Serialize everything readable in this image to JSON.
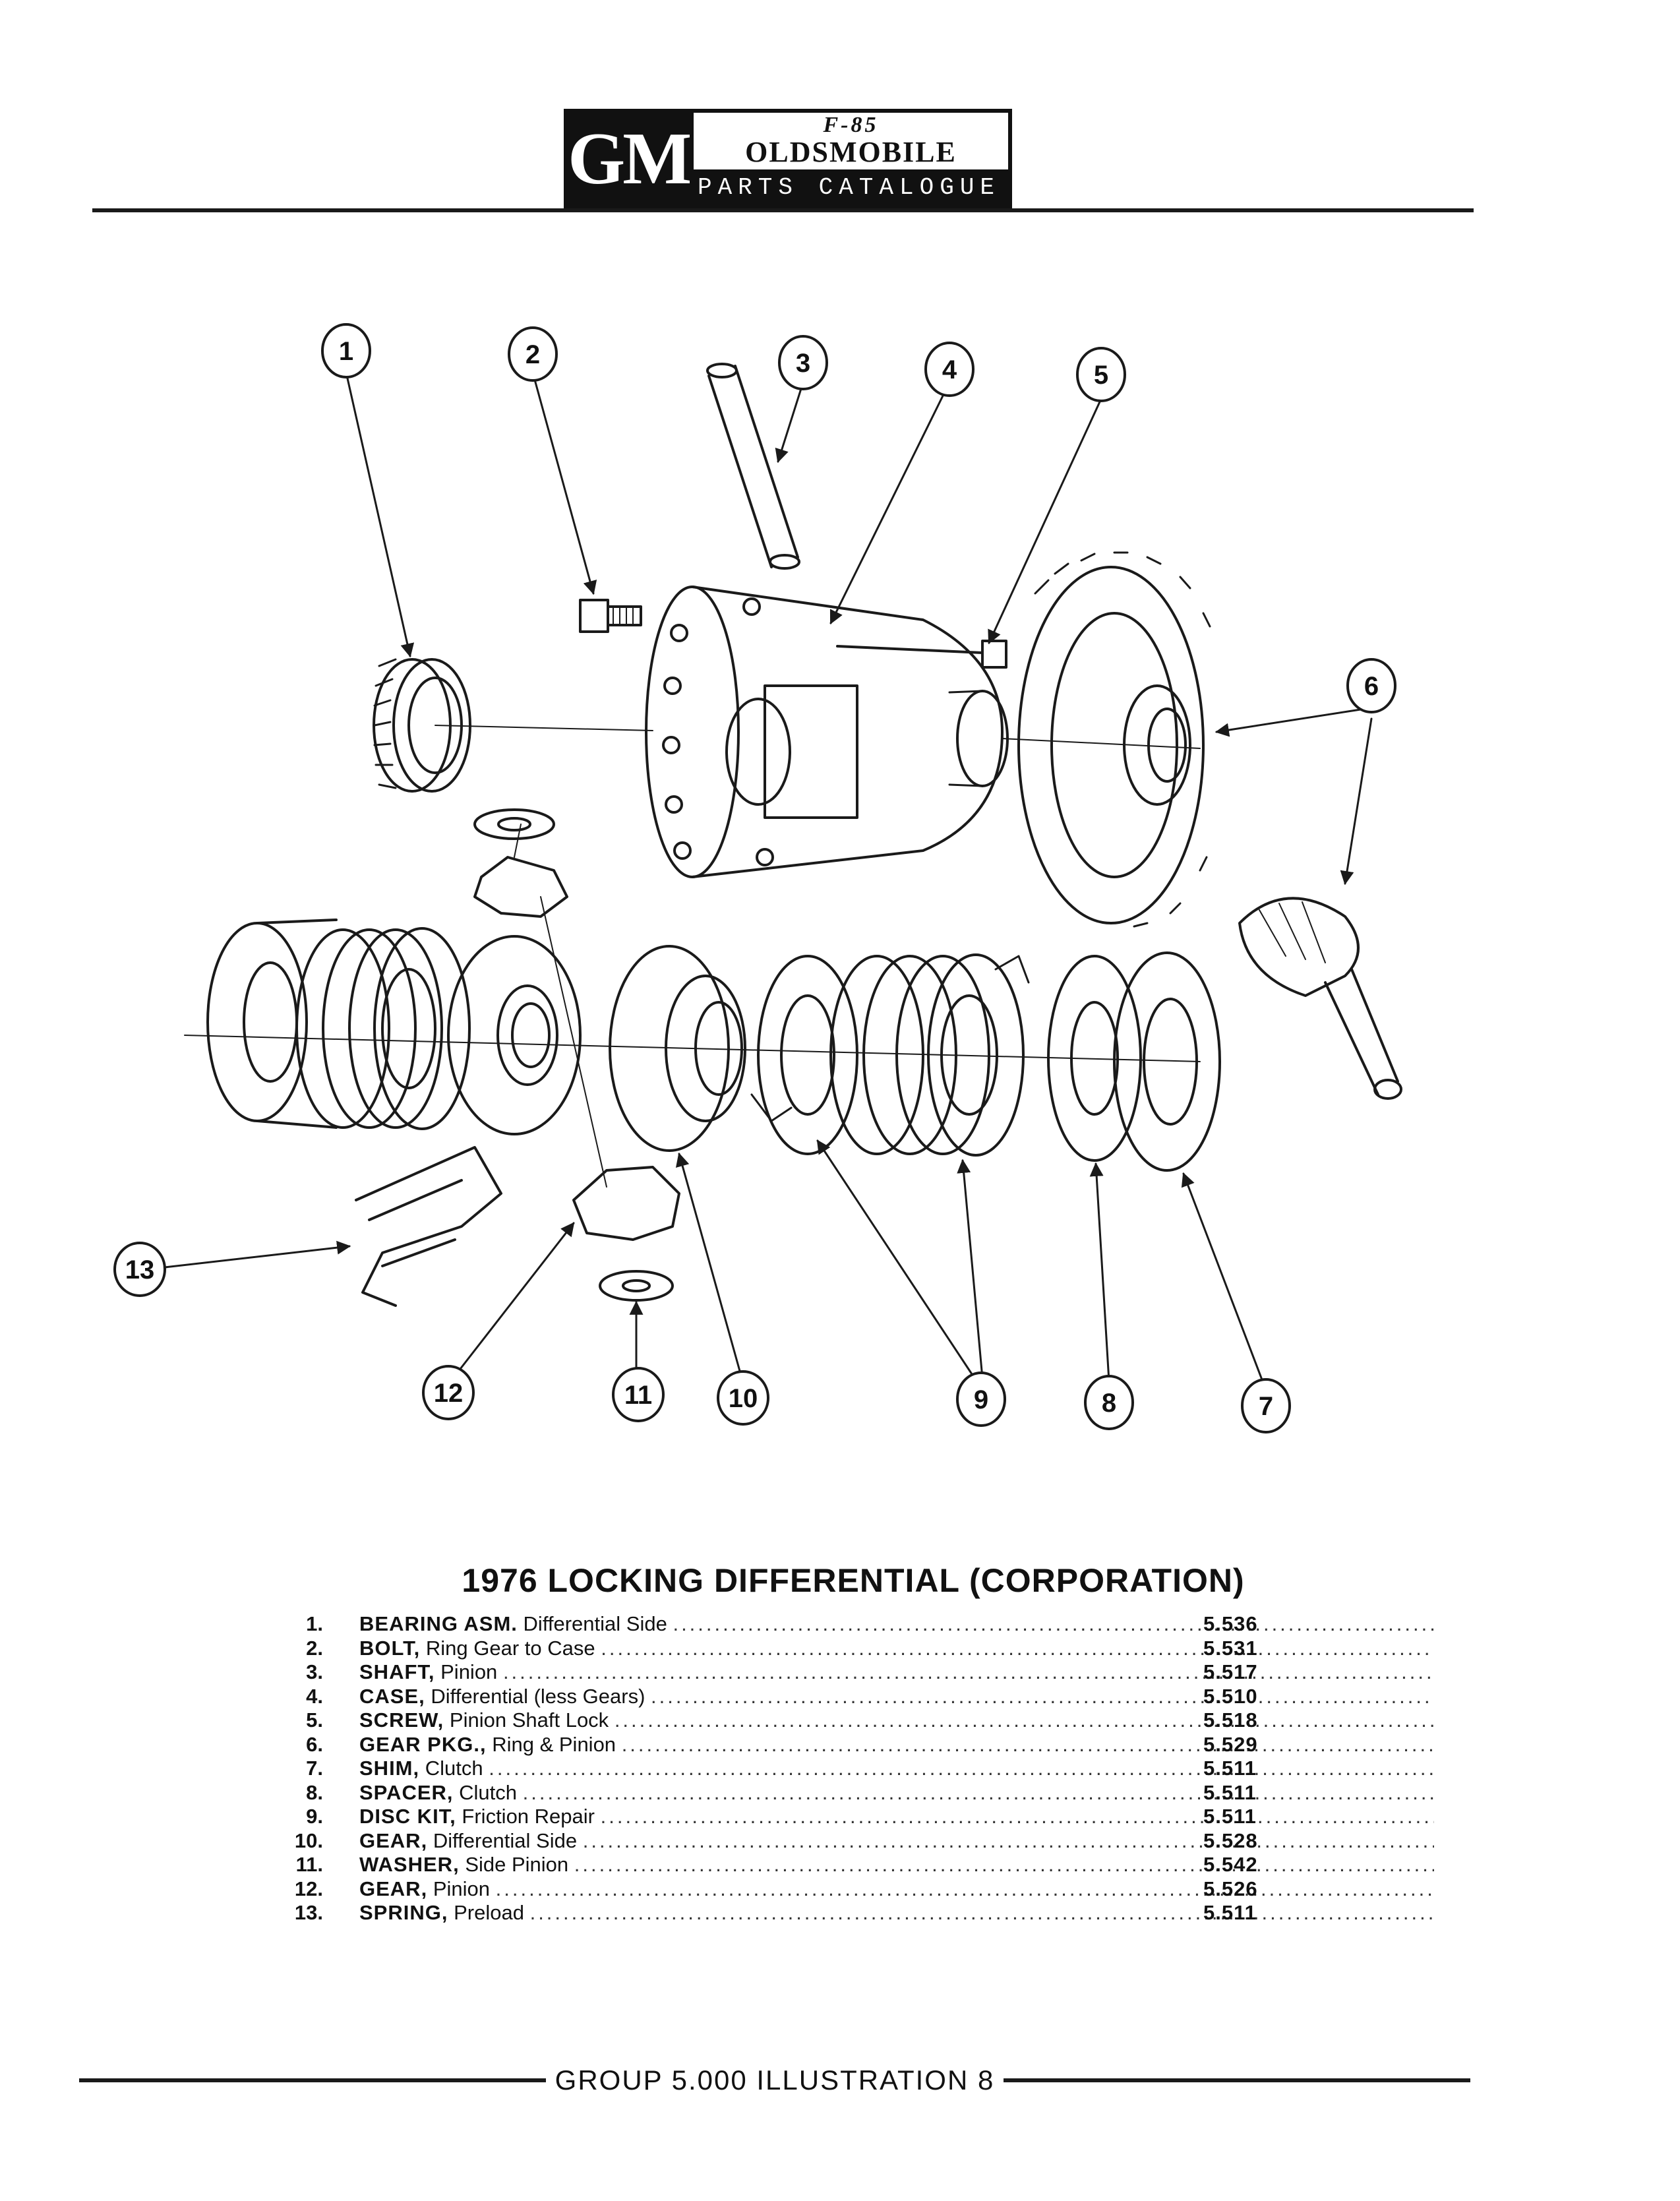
{
  "header": {
    "logo_gm": "GM",
    "logo_model": "F-85",
    "logo_brand": "OLDSMOBILE",
    "logo_subtitle": "PARTS CATALOGUE"
  },
  "callouts": [
    "1",
    "2",
    "3",
    "4",
    "5",
    "6",
    "7",
    "8",
    "9",
    "10",
    "11",
    "12",
    "13"
  ],
  "title": "1976 LOCKING DIFFERENTIAL (CORPORATION)",
  "parts": [
    {
      "num": "1.",
      "name": "BEARING ASM.",
      "desc": "Differential Side",
      "ref": "5.536"
    },
    {
      "num": "2.",
      "name": "BOLT,",
      "desc": "Ring Gear to Case",
      "ref": "5.531"
    },
    {
      "num": "3.",
      "name": "SHAFT,",
      "desc": "Pinion",
      "ref": "5.517"
    },
    {
      "num": "4.",
      "name": "CASE,",
      "desc": "Differential (less Gears)",
      "ref": "5.510"
    },
    {
      "num": "5.",
      "name": "SCREW,",
      "desc": "Pinion Shaft Lock",
      "ref": "5.518"
    },
    {
      "num": "6.",
      "name": "GEAR PKG.,",
      "desc": "Ring & Pinion",
      "ref": "5.529"
    },
    {
      "num": "7.",
      "name": "SHIM,",
      "desc": "Clutch",
      "ref": "5.511"
    },
    {
      "num": "8.",
      "name": "SPACER,",
      "desc": "Clutch",
      "ref": "5.511"
    },
    {
      "num": "9.",
      "name": "DISC KIT,",
      "desc": "Friction Repair",
      "ref": "5.511"
    },
    {
      "num": "10.",
      "name": "GEAR,",
      "desc": "Differential Side",
      "ref": "5.528"
    },
    {
      "num": "11.",
      "name": "WASHER,",
      "desc": "Side Pinion",
      "ref": "5.542"
    },
    {
      "num": "12.",
      "name": "GEAR,",
      "desc": "Pinion",
      "ref": "5.526"
    },
    {
      "num": "13.",
      "name": "SPRING,",
      "desc": "Preload",
      "ref": "5.511"
    }
  ],
  "footer": "GROUP 5.000 ILLUSTRATION 8"
}
